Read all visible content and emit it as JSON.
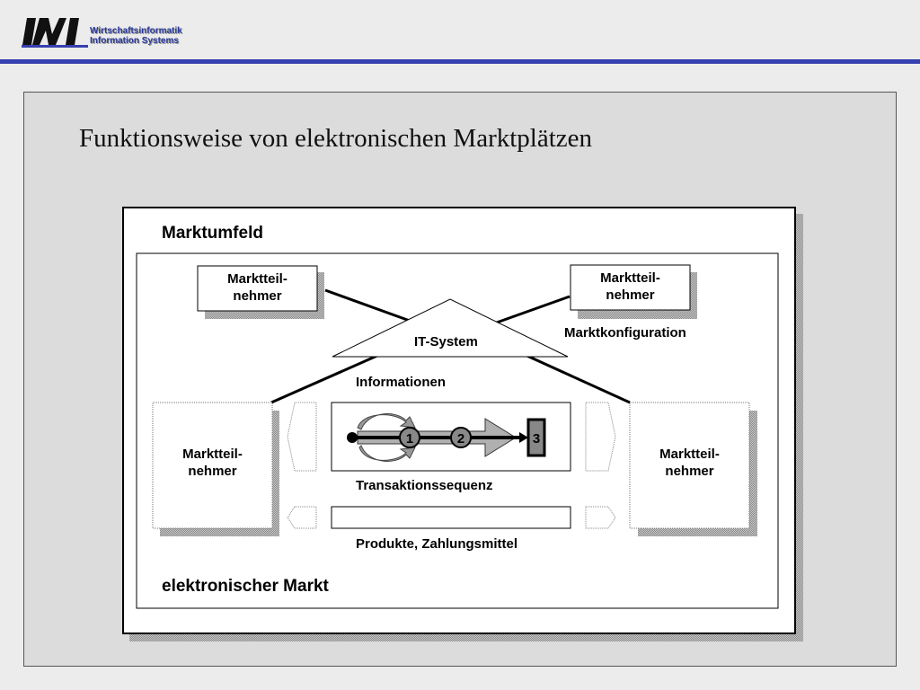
{
  "header": {
    "logo_mark": "IWI",
    "logo_line1": "Wirtschaftsinformatik",
    "logo_line2": "Information Systems",
    "accent_color": "#3640b0"
  },
  "slide": {
    "title": "Funktionsweise von elektronischen Marktplätzen"
  },
  "diagram": {
    "outer_label": "Marktumfeld",
    "inner_label": "elektronischer Markt",
    "it_system": "IT-System",
    "marktkonfiguration": "Marktkonfiguration",
    "informationen": "Informationen",
    "transaktionssequenz": "Transaktionssequenz",
    "produkte": "Produkte, Zahlungsmittel",
    "participant_line1": "Marktteil-",
    "participant_line2": "nehmer",
    "steps": [
      "1",
      "2",
      "3"
    ]
  }
}
